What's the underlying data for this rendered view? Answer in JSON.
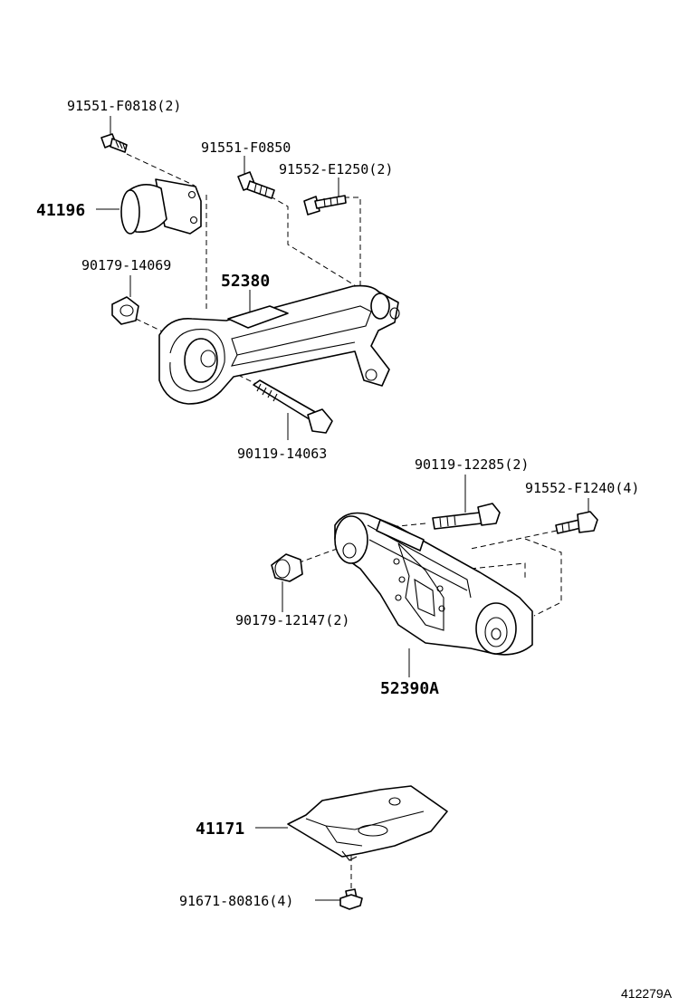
{
  "labels": {
    "bolt_91551_f0818": "91551-F0818(2)",
    "bolt_91551_f0850": "91551-F0850",
    "bolt_91552_e1250": "91552-E1250(2)",
    "damper_41196": "41196",
    "nut_90179_14069": "90179-14069",
    "bracket_52380": "52380",
    "bolt_90119_14063": "90119-14063",
    "bolt_90119_12285": "90119-12285(2)",
    "bolt_91552_f1240": "91552-F1240(4)",
    "nut_90179_12147": "90179-12147(2)",
    "bracket_52390a": "52390A",
    "plate_41171": "41171",
    "bolt_91671_80816": "91671-80816(4)"
  },
  "figure_code": "412279A"
}
